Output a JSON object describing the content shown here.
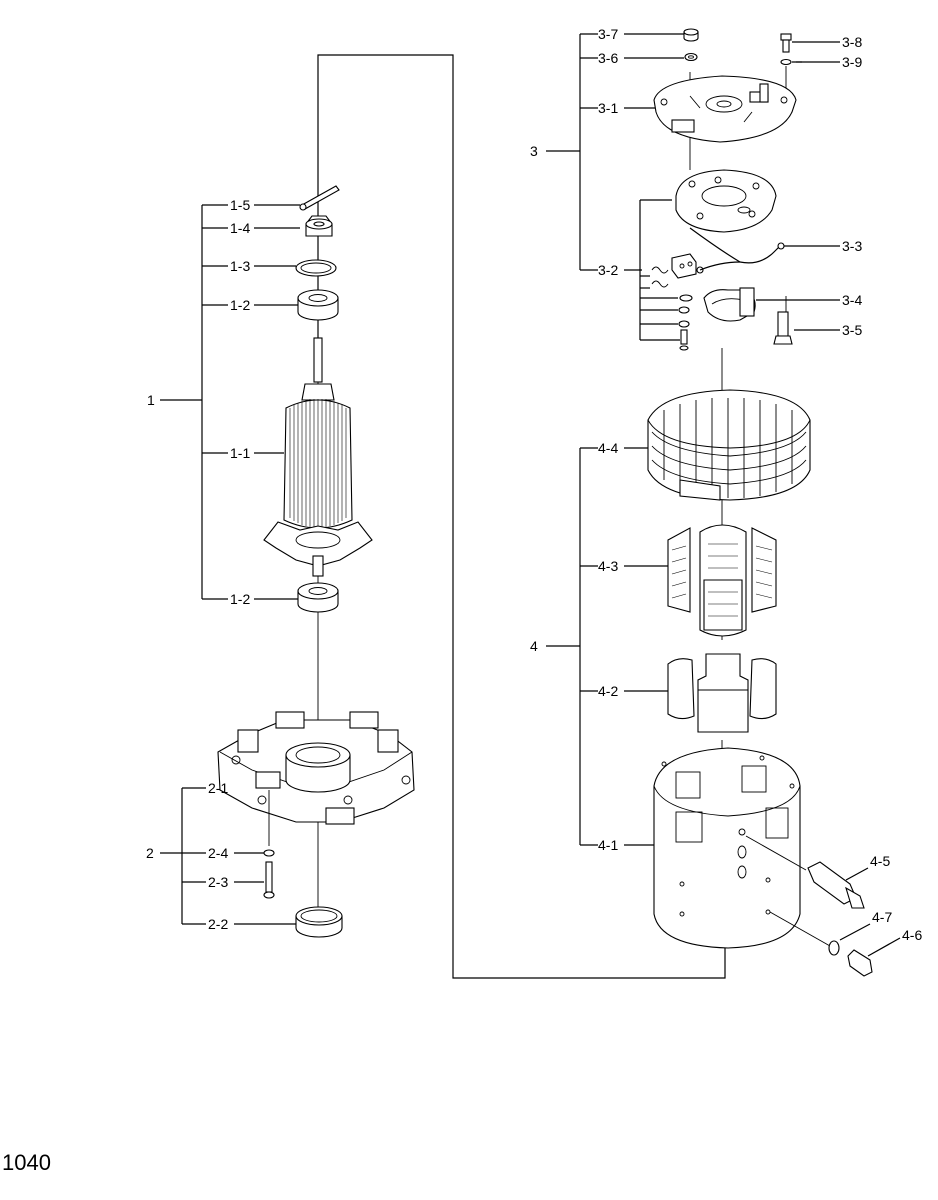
{
  "page_number": "1040",
  "callouts": {
    "c1": "1",
    "c1_1": "1-1",
    "c1_2a": "1-2",
    "c1_2b": "1-2",
    "c1_3": "1-3",
    "c1_4": "1-4",
    "c1_5": "1-5",
    "c2": "2",
    "c2_1": "2-1",
    "c2_2": "2-2",
    "c2_3": "2-3",
    "c2_4": "2-4",
    "c3": "3",
    "c3_1": "3-1",
    "c3_2": "3-2",
    "c3_3": "3-3",
    "c3_4": "3-4",
    "c3_5": "3-5",
    "c3_6": "3-6",
    "c3_7": "3-7",
    "c3_8": "3-8",
    "c3_9": "3-9",
    "c4": "4",
    "c4_1": "4-1",
    "c4_2": "4-2",
    "c4_3": "4-3",
    "c4_4": "4-4",
    "c4_5": "4-5",
    "c4_6": "4-6",
    "c4_7": "4-7"
  }
}
